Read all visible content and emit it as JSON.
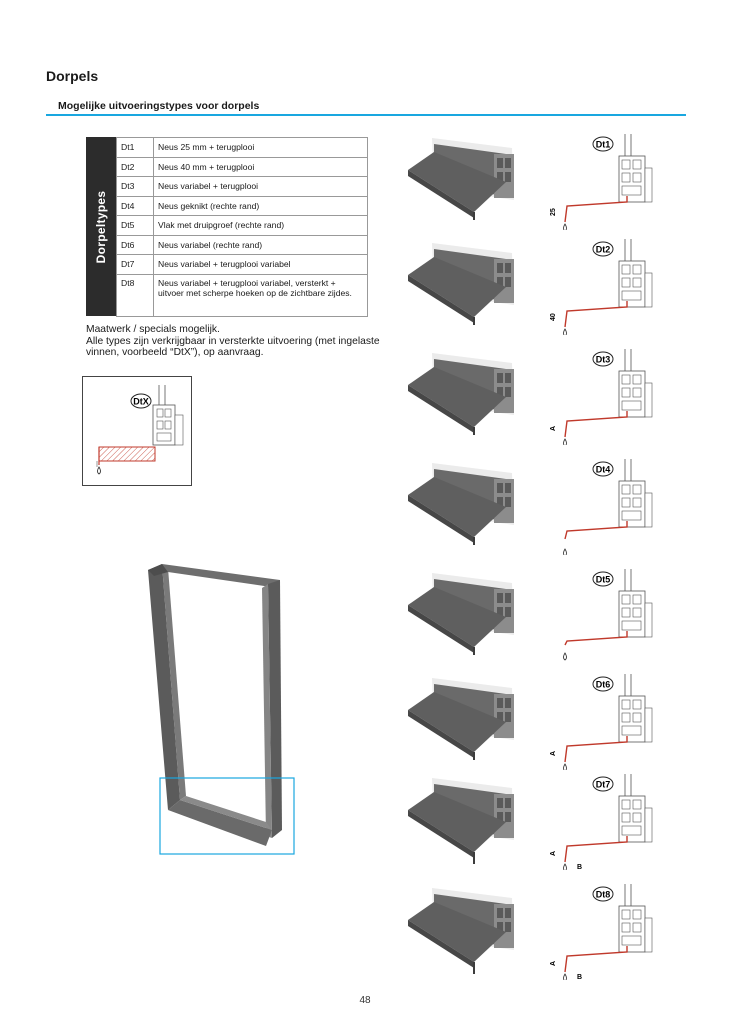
{
  "page": {
    "title": "Dorpels",
    "subtitle": "Mogelijke uitvoeringstypes voor dorpels",
    "page_number": "48"
  },
  "table": {
    "side_label": "Dorpeltypes",
    "rows": [
      {
        "code": "Dt1",
        "desc": "Neus 25 mm + terugplooi"
      },
      {
        "code": "Dt2",
        "desc": "Neus 40 mm + terugplooi"
      },
      {
        "code": "Dt3",
        "desc": "Neus variabel + terugplooi"
      },
      {
        "code": "Dt4",
        "desc": "Neus geknikt (rechte rand)"
      },
      {
        "code": "Dt5",
        "desc": "Vlak met druipgroef (rechte rand)"
      },
      {
        "code": "Dt6",
        "desc": "Neus variabel (rechte rand)"
      },
      {
        "code": "Dt7",
        "desc": "Neus variabel + terugplooi variabel"
      },
      {
        "code": "Dt8",
        "desc": "Neus variabel + terugplooi variabel, versterkt + uitvoer met scherpe hoeken op de zichtbare zijdes."
      }
    ]
  },
  "note": {
    "line1": "Maatwerk / specials mogelijk.",
    "line2": "Alle types zijn verkrijgbaar in versterkte uitvoering (met ingelaste vinnen, voorbeeld “DtX”), op aanvraag."
  },
  "dtx": {
    "badge": "DtX"
  },
  "details": [
    {
      "badge": "Dt1",
      "dims": [
        "25"
      ]
    },
    {
      "badge": "Dt2",
      "dims": [
        "40"
      ]
    },
    {
      "badge": "Dt3",
      "dims": [
        "A"
      ]
    },
    {
      "badge": "Dt4",
      "dims": []
    },
    {
      "badge": "Dt5",
      "dims": []
    },
    {
      "badge": "Dt6",
      "dims": [
        "A"
      ]
    },
    {
      "badge": "Dt7",
      "dims": [
        "A",
        "B"
      ]
    },
    {
      "badge": "Dt8",
      "dims": [
        "A",
        "B"
      ]
    }
  ],
  "colors": {
    "accent_rule": "#19a7e0",
    "profile_red": "#c0392b",
    "sill_grey": "#5f5f5f",
    "sidebar": "#2c2c2c"
  }
}
